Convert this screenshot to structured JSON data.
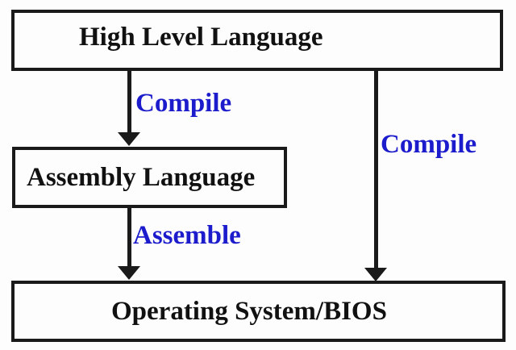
{
  "diagram": {
    "type": "flowchart",
    "boxes": [
      {
        "id": "high-level-language",
        "label": "High Level Language"
      },
      {
        "id": "assembly-language",
        "label": "Assembly Language"
      },
      {
        "id": "operating-system-bios",
        "label": "Operating System/BIOS"
      }
    ],
    "arrows": [
      {
        "id": "compile-left",
        "label": "Compile",
        "from": "high-level-language",
        "to": "assembly-language",
        "direction": "down"
      },
      {
        "id": "assemble",
        "label": "Assemble",
        "from": "assembly-language",
        "to": "operating-system-bios",
        "direction": "down"
      },
      {
        "id": "compile-right",
        "label": "Compile",
        "from": "high-level-language",
        "to": "operating-system-bios",
        "direction": "down"
      }
    ],
    "colors": {
      "background": "#fdfdfd",
      "box_border": "#1a1a1a",
      "box_text": "#111111",
      "arrow": "#1a1a1a",
      "arrow_label": "#1c1ccd"
    }
  }
}
